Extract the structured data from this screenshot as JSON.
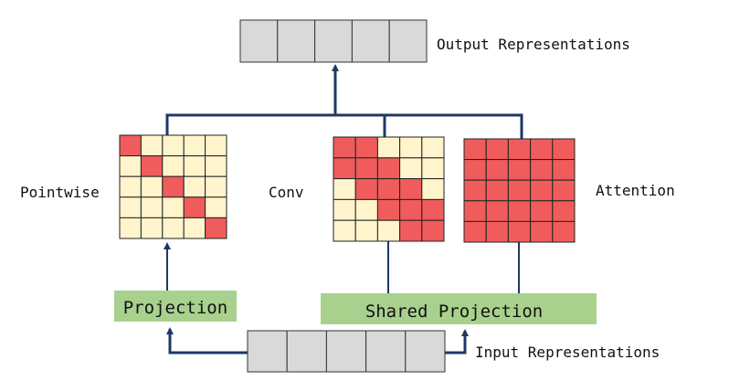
{
  "labels": {
    "output": "Output Representations",
    "input": "Input Representations",
    "pointwise": "Pointwise",
    "conv": "Conv",
    "attention": "Attention",
    "projection": "Projection",
    "shared_projection": "Shared Projection"
  },
  "matrices": {
    "pointwise": [
      [
        1,
        0,
        0,
        0,
        0
      ],
      [
        0,
        1,
        0,
        0,
        0
      ],
      [
        0,
        0,
        1,
        0,
        0
      ],
      [
        0,
        0,
        0,
        1,
        0
      ],
      [
        0,
        0,
        0,
        0,
        1
      ]
    ],
    "conv": [
      [
        1,
        1,
        0,
        0,
        0
      ],
      [
        1,
        1,
        1,
        0,
        0
      ],
      [
        0,
        1,
        1,
        1,
        0
      ],
      [
        0,
        0,
        1,
        1,
        1
      ],
      [
        0,
        0,
        0,
        1,
        1
      ]
    ],
    "attention": [
      [
        1,
        1,
        1,
        1,
        1
      ],
      [
        1,
        1,
        1,
        1,
        1
      ],
      [
        1,
        1,
        1,
        1,
        1
      ],
      [
        1,
        1,
        1,
        1,
        1
      ],
      [
        1,
        1,
        1,
        1,
        1
      ]
    ]
  },
  "vectors": {
    "output_cells": 5,
    "input_cells": 5
  },
  "colors": {
    "active_cell": "#f05c5c",
    "inactive_cell": "#fff4cc",
    "vector_cell": "#d9d9d9",
    "projection_fill": "#a9d18e",
    "arrow": "#1f3864"
  }
}
